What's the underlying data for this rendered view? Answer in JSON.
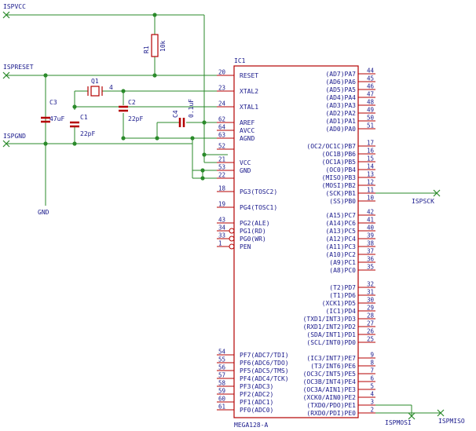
{
  "nets": {
    "ispvcc": "ISPVCC",
    "ispreset": "ISPRESET",
    "ispgnd": "ISPGND",
    "gnd": "GND",
    "ispsck": "ISPSCK",
    "ispmosi": "ISPMOSI",
    "ispmiso": "ISPMISO"
  },
  "components": {
    "r1": {
      "name": "R1",
      "value": "10k"
    },
    "q1": {
      "name": "Q1",
      "value": "4"
    },
    "c1": {
      "name": "C1",
      "value": "22pF"
    },
    "c2": {
      "name": "C2",
      "value": "22pF"
    },
    "c3": {
      "name": "C3",
      "value": "47uF"
    },
    "c4": {
      "name": "C4",
      "value": "0.1uF"
    }
  },
  "chip": {
    "name": "IC1",
    "part": "MEGA128-A",
    "left_pins": [
      {
        "num": "20",
        "label": "RESET"
      },
      {
        "num": "23",
        "label": "XTAL2"
      },
      {
        "num": "24",
        "label": "XTAL1"
      },
      {
        "num": "62",
        "label": "AREF"
      },
      {
        "num": "64",
        "label": "AVCC"
      },
      {
        "num": "63",
        "label": "AGND"
      },
      {
        "num": "52",
        "label": ""
      },
      {
        "num": "21",
        "label": "VCC"
      },
      {
        "num": "53",
        "label": "GND"
      },
      {
        "num": "22",
        "label": ""
      },
      {
        "num": "18",
        "label": "PG3(TOSC2)"
      },
      {
        "num": "19",
        "label": "PG4(TOSC1)"
      },
      {
        "num": "43",
        "label": "PG2(ALE)"
      },
      {
        "num": "34",
        "label": "PG1(RD)"
      },
      {
        "num": "33",
        "label": "PG0(WR)"
      },
      {
        "num": "1",
        "label": "PEN"
      },
      {
        "num": "54",
        "label": "PF7(ADC7/TDI)"
      },
      {
        "num": "55",
        "label": "PF6(ADC6/TDO)"
      },
      {
        "num": "56",
        "label": "PF5(ADC5/TMS)"
      },
      {
        "num": "57",
        "label": "PF4(ADC4/TCK)"
      },
      {
        "num": "58",
        "label": "PF3(ADC3)"
      },
      {
        "num": "59",
        "label": "PF2(ADC2)"
      },
      {
        "num": "60",
        "label": "PF1(ADC1)"
      },
      {
        "num": "61",
        "label": "PF0(ADC0)"
      }
    ],
    "right_pins": [
      {
        "num": "44",
        "label": "(AD7)PA7"
      },
      {
        "num": "45",
        "label": "(AD6)PA6"
      },
      {
        "num": "46",
        "label": "(AD5)PA5"
      },
      {
        "num": "47",
        "label": "(AD4)PA4"
      },
      {
        "num": "48",
        "label": "(AD3)PA3"
      },
      {
        "num": "49",
        "label": "(AD2)PA2"
      },
      {
        "num": "50",
        "label": "(AD1)PA1"
      },
      {
        "num": "51",
        "label": "(AD0)PA0"
      },
      {
        "num": "17",
        "label": "(OC2/OC1C)PB7"
      },
      {
        "num": "16",
        "label": "(OC1B)PB6"
      },
      {
        "num": "15",
        "label": "(OC1A)PB5"
      },
      {
        "num": "14",
        "label": "(OC0)PB4"
      },
      {
        "num": "13",
        "label": "(MISO)PB3"
      },
      {
        "num": "12",
        "label": "(MOSI)PB2"
      },
      {
        "num": "11",
        "label": "(SCK)PB1"
      },
      {
        "num": "10",
        "label": "(SS)PB0"
      },
      {
        "num": "42",
        "label": "(A15)PC7"
      },
      {
        "num": "41",
        "label": "(A14)PC6"
      },
      {
        "num": "40",
        "label": "(A13)PC5"
      },
      {
        "num": "39",
        "label": "(A12)PC4"
      },
      {
        "num": "38",
        "label": "(A11)PC3"
      },
      {
        "num": "37",
        "label": "(A10)PC2"
      },
      {
        "num": "36",
        "label": "(A9)PC1"
      },
      {
        "num": "35",
        "label": "(A8)PC0"
      },
      {
        "num": "32",
        "label": "(T2)PD7"
      },
      {
        "num": "31",
        "label": "(T1)PD6"
      },
      {
        "num": "30",
        "label": "(XCK1)PD5"
      },
      {
        "num": "29",
        "label": "(IC1)PD4"
      },
      {
        "num": "28",
        "label": "(TXD1/INT3)PD3"
      },
      {
        "num": "27",
        "label": "(RXD1/INT2)PD2"
      },
      {
        "num": "26",
        "label": "(SDA/INT1)PD1"
      },
      {
        "num": "25",
        "label": "(SCL/INT0)PD0"
      },
      {
        "num": "9",
        "label": "(IC3/INT7)PE7"
      },
      {
        "num": "8",
        "label": "(T3/INT6)PE6"
      },
      {
        "num": "7",
        "label": "(OC3C/INT5)PE5"
      },
      {
        "num": "6",
        "label": "(OC3B/INT4)PE4"
      },
      {
        "num": "5",
        "label": "(OC3A/AIN1)PE3"
      },
      {
        "num": "4",
        "label": "(XCK0/AIN0)PE2"
      },
      {
        "num": "3",
        "label": "(TXD0/PDO)PE1"
      },
      {
        "num": "2",
        "label": "(RXD0/PDI)PE0"
      }
    ]
  },
  "colors": {
    "wire": "#2a8a2a",
    "part": "#b40000",
    "text": "#1a1a8c"
  }
}
